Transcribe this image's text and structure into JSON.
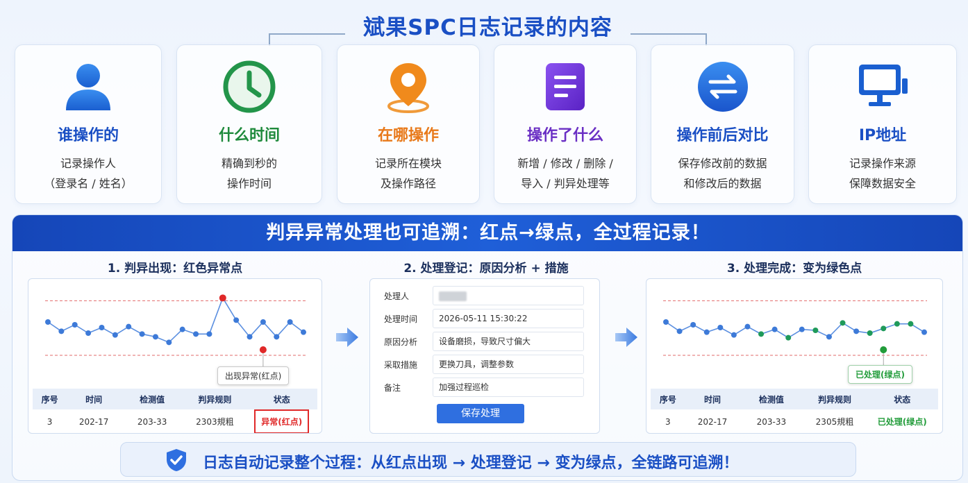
{
  "title": "斌果SPC日志记录的内容",
  "cards": [
    {
      "title": "谁操作的",
      "line1": "记录操作人",
      "line2": "（登录名 / 姓名）",
      "color": "#1a4fc4",
      "icon": "user-icon"
    },
    {
      "title": "什么时间",
      "line1": "精确到秒的",
      "line2": "操作时间",
      "color": "#1f8a3c",
      "icon": "clock-icon"
    },
    {
      "title": "在哪操作",
      "line1": "记录所在模块",
      "line2": "及操作路径",
      "color": "#e8791a",
      "icon": "location-pin-icon"
    },
    {
      "title": "操作了什么",
      "line1": "新增 / 修改 / 删除 /",
      "line2": "导入 / 判异处理等",
      "color": "#6a2fc4",
      "icon": "document-icon"
    },
    {
      "title": "操作前后对比",
      "line1": "保存修改前的数据",
      "line2": "和修改后的数据",
      "color": "#1a4fc4",
      "icon": "swap-arrows-icon"
    },
    {
      "title": "IP地址",
      "line1": "记录操作来源",
      "line2": "保障数据安全",
      "color": "#1a4fc4",
      "icon": "monitor-icon"
    }
  ],
  "banner": "判异异常处理也可追溯：红点→绿点，全过程记录！",
  "steps": {
    "s1": "1. 判异出现：红色异常点",
    "s2": "2. 处理登记：原因分析 + 措施",
    "s3": "3. 处理完成：变为绿色点"
  },
  "table": {
    "headers": [
      "序号",
      "时间",
      "检测值",
      "判异规则",
      "状态"
    ],
    "left_row": [
      "3",
      "202-17",
      "203-33",
      "2303規粗",
      "异常(红点)"
    ],
    "right_row": [
      "3",
      "202-17",
      "203-33",
      "2305規粗",
      "已处理(绿点)"
    ]
  },
  "callouts": {
    "red": "出现异常(红点)",
    "green": "已处理(绿点)"
  },
  "form": {
    "fields": [
      {
        "label": "处理人",
        "value": ""
      },
      {
        "label": "处理时间",
        "value": "2026-05-11 15:30:22"
      },
      {
        "label": "原因分析",
        "value": "设备磨损，导致尺寸偏大"
      },
      {
        "label": "采取措施",
        "value": "更换刀具，调整参数"
      },
      {
        "label": "备注",
        "value": "加强过程巡检"
      }
    ],
    "save": "保存处理"
  },
  "footer": "日志自动记录整个过程：从红点出现 → 处理登记 → 变为绿点，全链路可追溯！",
  "colors": {
    "red": "#e02828",
    "green": "#229c3a",
    "blue": "#3d7ad8",
    "primary": "#1a4fc4"
  },
  "chart_data": [
    {
      "type": "line",
      "series": [
        {
          "values": [
            6.2,
            5.2,
            5.9,
            5.0,
            5.6,
            4.8,
            5.7,
            4.9,
            4.6,
            4.0,
            5.4,
            4.9,
            4.9,
            8.8,
            6.4,
            4.6,
            6.2,
            4.6,
            6.2,
            5.1
          ],
          "anomaly_index": 13,
          "anomaly_color": "red"
        }
      ],
      "extra_point": {
        "index": 16,
        "value": 3.2,
        "color": "red"
      },
      "limits": {
        "ucl": 8.5,
        "lcl": 2.6
      }
    },
    {
      "type": "line",
      "series": [
        {
          "values": [
            6.2,
            5.2,
            5.9,
            5.1,
            5.6,
            4.8,
            5.7,
            4.9,
            5.4,
            4.5,
            5.4,
            5.3,
            4.6,
            6.1,
            5.2,
            5.0,
            5.5,
            6.0,
            6.0,
            5.1
          ],
          "treated_indices": [
            7,
            9,
            11,
            13,
            15,
            16,
            17,
            18
          ]
        }
      ],
      "extra_point": {
        "index": 16,
        "value": 3.2,
        "color": "green"
      },
      "limits": {
        "ucl": 8.5,
        "lcl": 2.6
      }
    }
  ]
}
